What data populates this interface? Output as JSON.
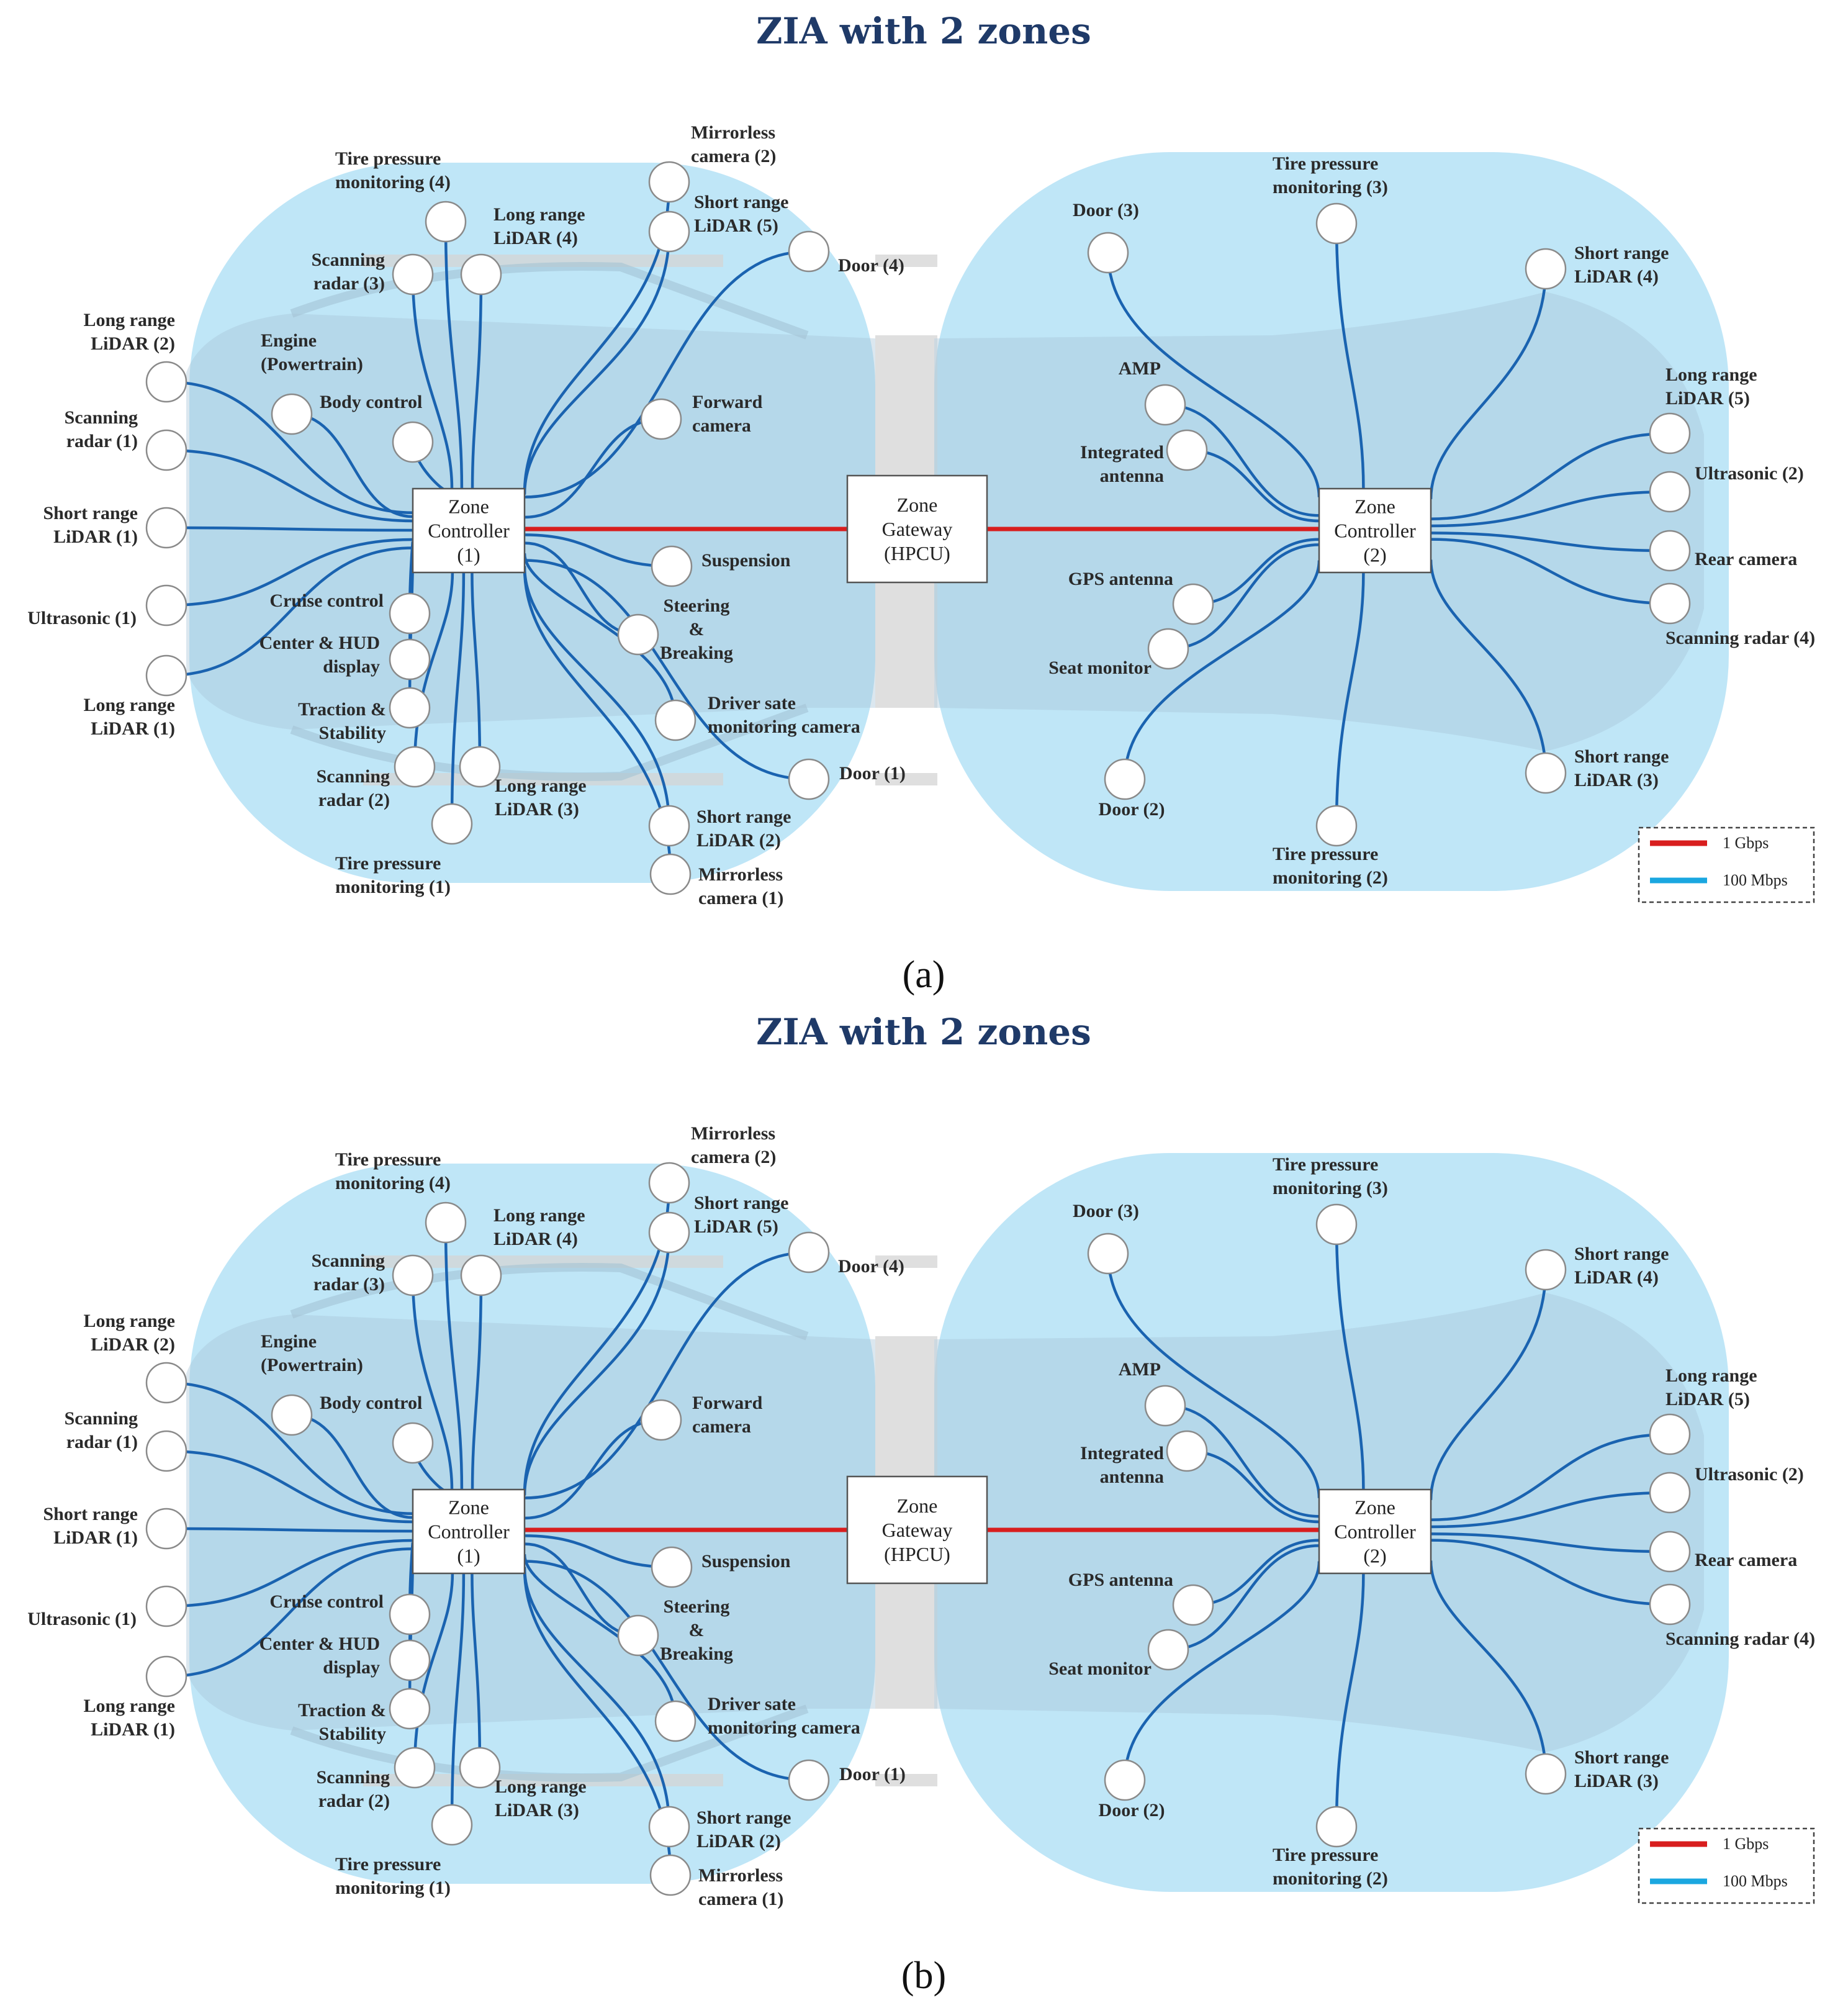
{
  "colors": {
    "zone_fill": "#bfe6f7",
    "car_body": "#a9c7d8",
    "road": "#d5d5d5",
    "link_1gbps": "#d81e1e",
    "link_100mbps": "#1a63b0",
    "node_fill": "#ffffff",
    "title": "#1f3a68"
  },
  "panels": [
    {
      "title": "ZIA with 2 zones",
      "caption": "(a)"
    },
    {
      "title": "ZIA with 2 zones",
      "caption": "(b)"
    }
  ],
  "boxes": {
    "zc1": [
      "Zone",
      "Controller",
      "(1)"
    ],
    "gw": [
      "Zone",
      "Gateway",
      "(HPCU)"
    ],
    "zc2": [
      "Zone",
      "Controller",
      "(2)"
    ]
  },
  "legend": [
    {
      "label": "1 Gbps",
      "color": "#d81e1e"
    },
    {
      "label": "100 Mbps",
      "color": "#1aa7e0"
    }
  ],
  "zone1_nodes": [
    {
      "id": "lr_lidar_2",
      "lines": [
        "Long range",
        "LiDAR (2)"
      ]
    },
    {
      "id": "scan_radar_1",
      "lines": [
        "Scanning",
        "radar (1)"
      ]
    },
    {
      "id": "sr_lidar_1",
      "lines": [
        "Short range",
        "LiDAR (1)"
      ]
    },
    {
      "id": "ultrasonic_1",
      "lines": [
        "Ultrasonic (1)"
      ]
    },
    {
      "id": "lr_lidar_1",
      "lines": [
        "Long range",
        "LiDAR (1)"
      ]
    },
    {
      "id": "engine",
      "lines": [
        "Engine",
        "(Powertrain)"
      ]
    },
    {
      "id": "body_control",
      "lines": [
        "Body control"
      ]
    },
    {
      "id": "scan_radar_3",
      "lines": [
        "Scanning",
        "radar (3)"
      ]
    },
    {
      "id": "tpm_4",
      "lines": [
        "Tire pressure",
        "monitoring (4)"
      ]
    },
    {
      "id": "lr_lidar_4",
      "lines": [
        "Long range",
        "LiDAR (4)"
      ]
    },
    {
      "id": "mirror_cam_2",
      "lines": [
        "Mirrorless",
        "camera (2)"
      ]
    },
    {
      "id": "sr_lidar_5",
      "lines": [
        "Short range",
        "LiDAR (5)"
      ]
    },
    {
      "id": "door_4",
      "lines": [
        "Door (4)"
      ]
    },
    {
      "id": "fwd_cam",
      "lines": [
        "Forward",
        "camera"
      ]
    },
    {
      "id": "suspension",
      "lines": [
        "Suspension"
      ]
    },
    {
      "id": "steering",
      "lines": [
        "Steering",
        "&",
        "Breaking"
      ]
    },
    {
      "id": "driver_cam",
      "lines": [
        "Driver sate",
        "monitoring camera"
      ]
    },
    {
      "id": "door_1",
      "lines": [
        "Door (1)"
      ]
    },
    {
      "id": "sr_lidar_2",
      "lines": [
        "Short range",
        "LiDAR (2)"
      ]
    },
    {
      "id": "mirror_cam_1",
      "lines": [
        "Mirrorless",
        "camera (1)"
      ]
    },
    {
      "id": "cruise",
      "lines": [
        "Cruise control"
      ]
    },
    {
      "id": "hud",
      "lines": [
        "Center & HUD",
        "display"
      ]
    },
    {
      "id": "traction",
      "lines": [
        "Traction &",
        "Stability"
      ]
    },
    {
      "id": "scan_radar_2",
      "lines": [
        "Scanning",
        "radar (2)"
      ]
    },
    {
      "id": "lr_lidar_3",
      "lines": [
        "Long range",
        "LiDAR (3)"
      ]
    },
    {
      "id": "tpm_1",
      "lines": [
        "Tire pressure",
        "monitoring (1)"
      ]
    }
  ],
  "zone2_nodes": [
    {
      "id": "door_3",
      "lines": [
        "Door (3)"
      ]
    },
    {
      "id": "tpm_3",
      "lines": [
        "Tire pressure",
        "monitoring (3)"
      ]
    },
    {
      "id": "sr_lidar_4",
      "lines": [
        "Short range",
        "LiDAR (4)"
      ]
    },
    {
      "id": "amp",
      "lines": [
        "AMP"
      ]
    },
    {
      "id": "int_antenna",
      "lines": [
        "Integrated",
        "antenna"
      ]
    },
    {
      "id": "lr_lidar_5",
      "lines": [
        "Long range",
        "LiDAR (5)"
      ]
    },
    {
      "id": "ultrasonic_2",
      "lines": [
        "Ultrasonic (2)"
      ]
    },
    {
      "id": "rear_cam",
      "lines": [
        "Rear camera"
      ]
    },
    {
      "id": "scan_radar_4",
      "lines": [
        "Scanning radar (4)"
      ]
    },
    {
      "id": "gps",
      "lines": [
        "GPS antenna"
      ]
    },
    {
      "id": "seat",
      "lines": [
        "Seat monitor"
      ]
    },
    {
      "id": "door_2",
      "lines": [
        "Door (2)"
      ]
    },
    {
      "id": "tpm_2",
      "lines": [
        "Tire pressure",
        "monitoring (2)"
      ]
    },
    {
      "id": "sr_lidar_3",
      "lines": [
        "Short range",
        "LiDAR (3)"
      ]
    }
  ]
}
